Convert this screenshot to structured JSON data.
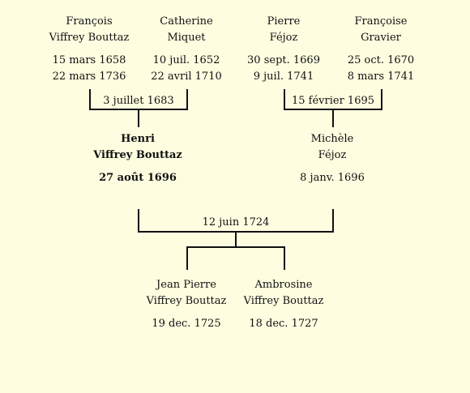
{
  "grandparents_paternal": {
    "father": {
      "first": "François",
      "last": "Viffrey Bouttaz",
      "birth": "15 mars 1658",
      "death": "22 mars 1736"
    },
    "mother": {
      "first": "Catherine",
      "last": "Miquet",
      "birth": "10 juil. 1652",
      "death": "22 avril 1710"
    },
    "marriage": "3 juillet 1683"
  },
  "grandparents_maternal": {
    "father": {
      "first": "Pierre",
      "last": "Féjoz",
      "birth": "30 sept. 1669",
      "death": "9 juil. 1741"
    },
    "mother": {
      "first": "Françoise",
      "last": "Gravier",
      "birth": "25 oct. 1670",
      "death": "8 mars 1741"
    },
    "marriage": "15 février 1695"
  },
  "parents": {
    "father": {
      "first": "Henri",
      "last": "Viffrey Bouttaz",
      "birth": "27 août 1696"
    },
    "mother": {
      "first": "Michèle",
      "last": "Féjoz",
      "birth": "8 janv. 1696"
    },
    "marriage": "12 juin 1724"
  },
  "children": [
    {
      "first": "Jean Pierre",
      "last": "Viffrey Bouttaz",
      "birth": "19 dec. 1725"
    },
    {
      "first": "Ambrosine",
      "last": "Viffrey Bouttaz",
      "birth": "18 dec. 1727"
    }
  ]
}
